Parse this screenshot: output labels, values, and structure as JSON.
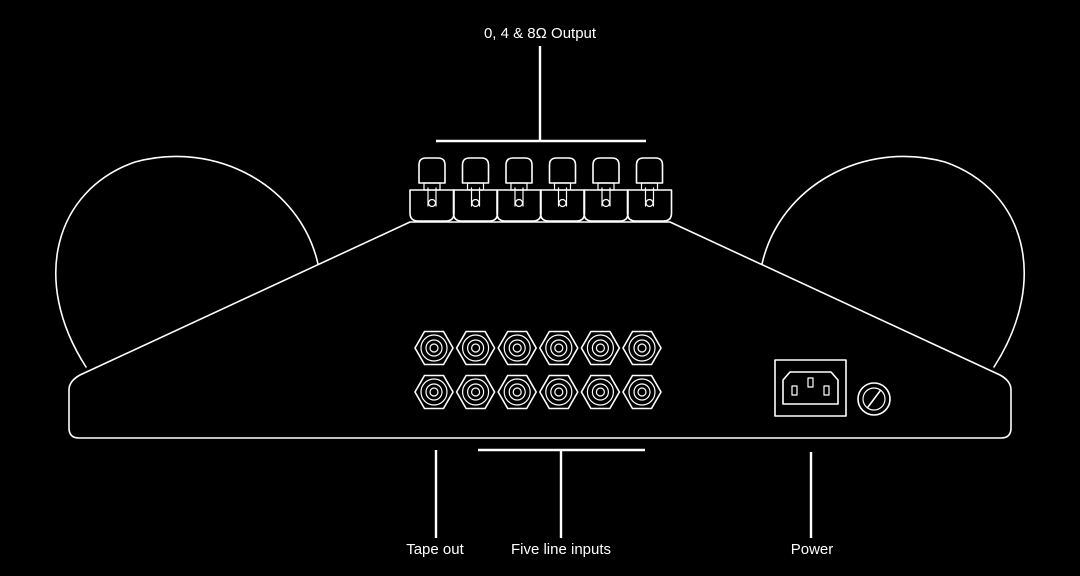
{
  "labels": {
    "output": "0, 4 & 8Ω Output",
    "tape_out": "Tape out",
    "line_inputs": "Five line inputs",
    "power": "Power"
  },
  "components": {
    "speaker_terminals": 6,
    "rca_jacks_per_row": 6,
    "rca_jack_rows": 2,
    "power_inlet": "iec-inlet-icon",
    "fuse_holder": "fuse-holder-icon"
  },
  "colors": {
    "background": "#000000",
    "line": "#ffffff",
    "text": "#ffffff"
  }
}
